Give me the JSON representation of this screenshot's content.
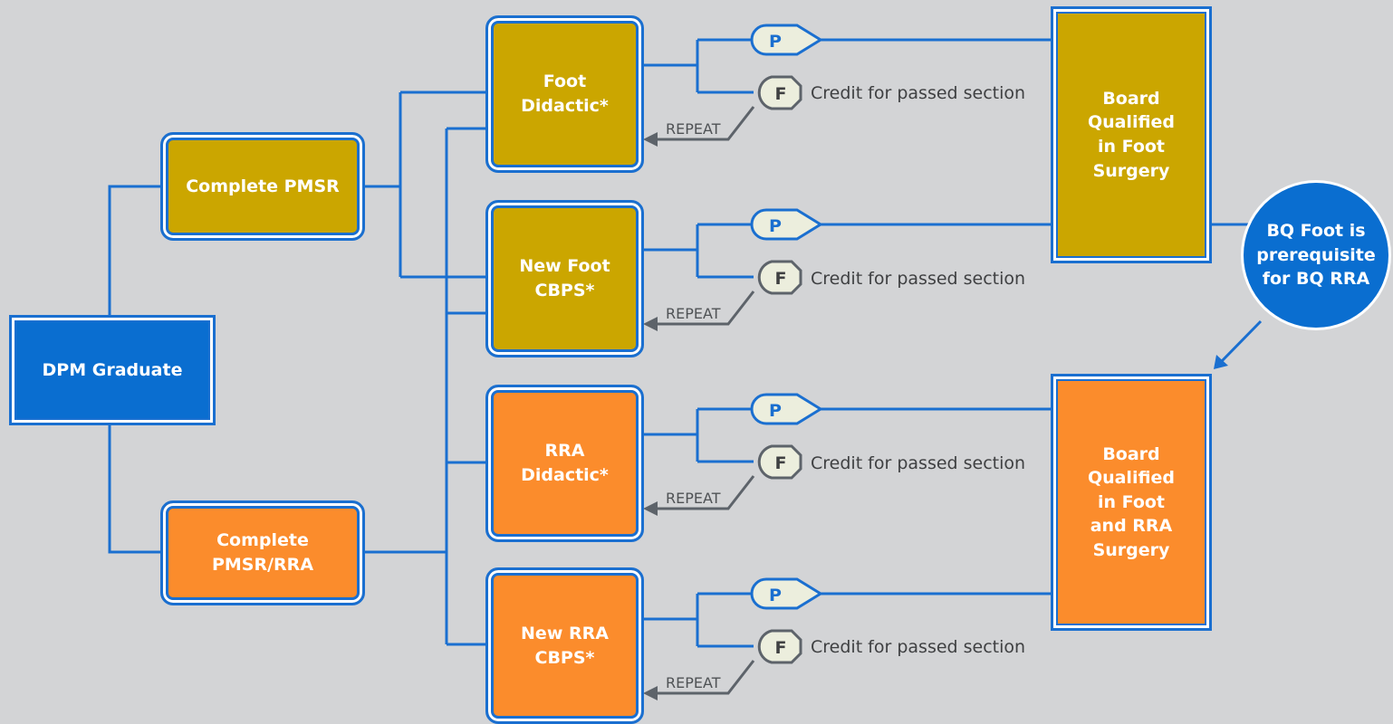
{
  "colors": {
    "background": "#d3d4d6",
    "line": "#1a6fd0",
    "arrow": "#5d636a",
    "foot_track": "#cba600",
    "rra_track": "#fb8c2c",
    "start": "#0a6ed0"
  },
  "start": {
    "label": "DPM Graduate"
  },
  "pathways": [
    {
      "label": "Complete PMSR"
    },
    {
      "label": "Complete\nPMSR/RRA"
    }
  ],
  "exams": [
    {
      "label": "Foot\nDidactic*",
      "pass": "P",
      "fail": "F",
      "credit": "Credit for passed section",
      "repeat": "REPEAT"
    },
    {
      "label": "New Foot\nCBPS*",
      "pass": "P",
      "fail": "F",
      "credit": "Credit for passed section",
      "repeat": "REPEAT"
    },
    {
      "label": "RRA\nDidactic*",
      "pass": "P",
      "fail": "F",
      "credit": "Credit for passed section",
      "repeat": "REPEAT"
    },
    {
      "label": "New RRA\nCBPS*",
      "pass": "P",
      "fail": "F",
      "credit": "Credit for passed section",
      "repeat": "REPEAT"
    }
  ],
  "outcomes": [
    {
      "label": "Board\nQualified\nin Foot\nSurgery"
    },
    {
      "label": "Board\nQualified\nin Foot\nand RRA\nSurgery"
    }
  ],
  "note": {
    "label": "BQ Foot is\nprerequisite\nfor BQ RRA"
  }
}
